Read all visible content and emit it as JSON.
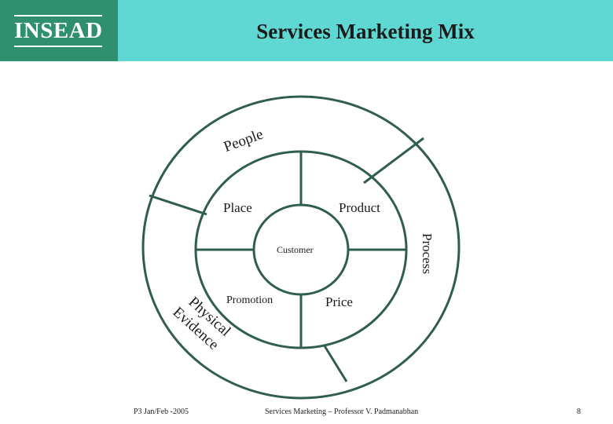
{
  "header": {
    "logo": "INSEAD",
    "title": "Services Marketing Mix"
  },
  "diagram": {
    "center": "Customer",
    "inner_ring": [
      "Place",
      "Product",
      "Promotion",
      "Price"
    ],
    "outer_ring": {
      "people": "People",
      "process": "Process",
      "physical_evidence_line1": "Physical",
      "physical_evidence_line2": "Evidence"
    }
  },
  "footer": {
    "left": "P3 Jan/Feb -2005",
    "center": "Services Marketing – Professor V. Padmanabhan",
    "right": "8"
  },
  "colors": {
    "header_bg": "#5fd8d4",
    "logo_bg": "#2f8f6e",
    "diagram_stroke": "#2f5f4c"
  }
}
